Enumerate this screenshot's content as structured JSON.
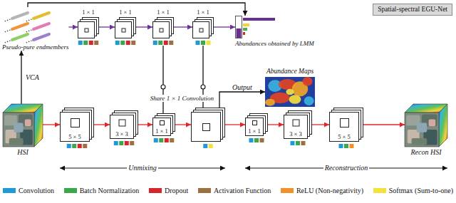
{
  "diagram": {
    "nodes": [
      {
        "text": [
          "Spatial-spectral EGU-Net"
        ]
      },
      {
        "text": [
          "Pseudo-pure endmembers"
        ]
      },
      {
        "text": [
          "1 × 1"
        ]
      },
      {
        "text": [
          "1 × 1"
        ]
      },
      {
        "text": [
          "1 × 1"
        ]
      },
      {
        "text": [
          "1 × 1"
        ]
      },
      {
        "text": [
          "Abundances obtained by LMM"
        ]
      },
      {
        "text": [
          "HSI"
        ]
      },
      {
        "text": [
          "5 × 5"
        ]
      },
      {
        "text": [
          "3 × 3"
        ]
      },
      {
        "text": [
          "1 × 1"
        ]
      },
      {
        "text": []
      },
      {
        "text": [
          "1 × 1"
        ]
      },
      {
        "text": [
          "3 × 3"
        ]
      },
      {
        "text": [
          "5 × 5"
        ]
      },
      {
        "text": [
          "Recon HSI"
        ]
      },
      {
        "text": [
          "Abundance Maps"
        ]
      }
    ],
    "edges": [
      {
        "from": 7,
        "to": 1,
        "arrow": "to",
        "label": "VCA"
      },
      {
        "from": 1,
        "to": 2,
        "arrow": "to"
      },
      {
        "from": 2,
        "to": 3,
        "arrow": "to"
      },
      {
        "from": 3,
        "to": 4,
        "arrow": "to"
      },
      {
        "from": 4,
        "to": 5,
        "arrow": "to"
      },
      {
        "from": 5,
        "to": 6,
        "arrow": "to"
      },
      {
        "from": 1,
        "to": 6,
        "arrow": "to"
      },
      {
        "from": 7,
        "to": 8,
        "arrow": "to"
      },
      {
        "from": 8,
        "to": 9,
        "arrow": "to"
      },
      {
        "from": 9,
        "to": 10,
        "arrow": "to"
      },
      {
        "from": 10,
        "to": 11,
        "arrow": "to"
      },
      {
        "from": 11,
        "to": 12,
        "arrow": "to"
      },
      {
        "from": 12,
        "to": 13,
        "arrow": "to"
      },
      {
        "from": 13,
        "to": 14,
        "arrow": "to"
      },
      {
        "from": 14,
        "to": 15,
        "arrow": "to"
      },
      {
        "from": 4,
        "to": 10,
        "arrow": "none"
      },
      {
        "from": 5,
        "to": 11,
        "arrow": "none"
      },
      {
        "from": 11,
        "to": 16,
        "arrow": "to",
        "label": "Output"
      }
    ],
    "labels": [
      "Share 1 × 1 Convolution",
      "Unmixing",
      "Reconstruction"
    ],
    "legend": [
      {
        "text": "Convolution",
        "color": "#1f9ad6"
      },
      {
        "text": "Batch Normalization",
        "color": "#3aa84a"
      },
      {
        "text": "Dropout",
        "color": "#d7262b"
      },
      {
        "text": "Activation Function",
        "color": "#9c7040"
      },
      {
        "text": "ReLU (Non-negativity)",
        "color": "#f0922c"
      },
      {
        "text": "Softmax (Sum-to-one)",
        "color": "#f4e23c"
      }
    ]
  }
}
